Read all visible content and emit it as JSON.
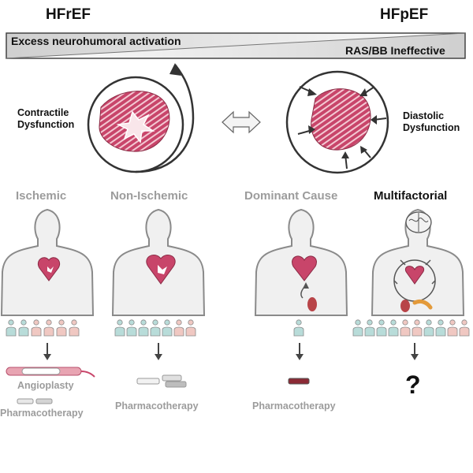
{
  "header": {
    "left_title": "HFrEF",
    "right_title": "HFpEF",
    "bar_left_label": "Excess neurohumoral activation",
    "bar_right_label": "RAS/BB Ineffective"
  },
  "hearts": {
    "left_label_line1": "Contractile",
    "left_label_line2": "Dysfunction",
    "right_label_line1": "Diastolic",
    "right_label_line2": "Dysfunction"
  },
  "categories": [
    {
      "label": "Ischemic",
      "treatments": [
        "Angioplasty",
        "Pharmacotherapy"
      ]
    },
    {
      "label": "Non-Ischemic",
      "treatments": [
        "Pharmacotherapy"
      ]
    },
    {
      "label": "Dominant Cause",
      "treatments": [
        "Pharmacotherapy"
      ]
    },
    {
      "label": "Multifactorial",
      "treatments": [
        "?"
      ]
    }
  ],
  "colors": {
    "heart": "#c8456a",
    "heart_stripe": "#f3c9d3",
    "body": "#f0f0f0",
    "outline": "#777777",
    "person_teal": "#b8dcd9",
    "person_pink": "#f0c8c2",
    "kidney": "#b84448",
    "pancreas": "#e39a3a"
  }
}
